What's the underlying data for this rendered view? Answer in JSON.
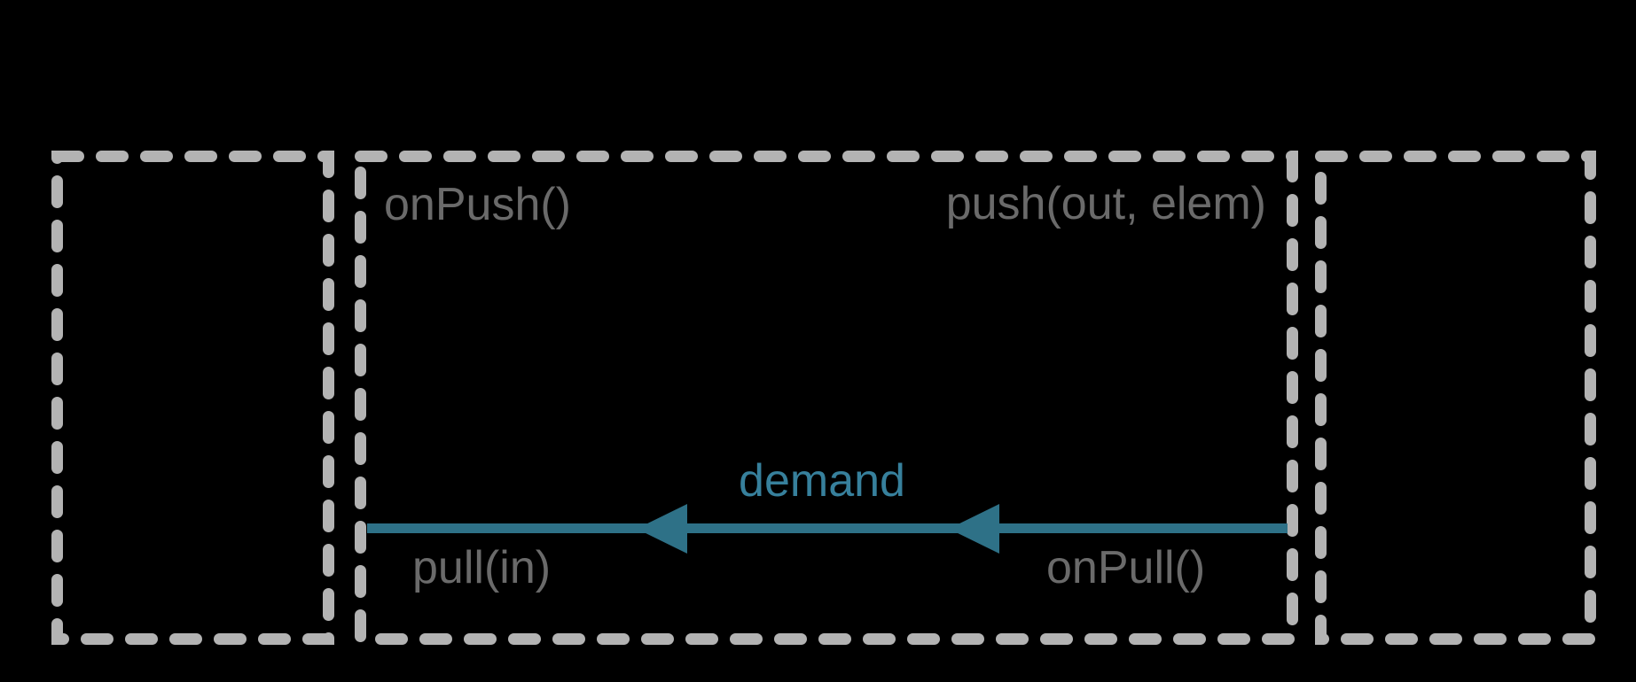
{
  "diagram": {
    "colors": {
      "background": "#000000",
      "box_border": "#b3b3b3",
      "label_text": "#6a6a6a",
      "demand_arrow": "#2e7187",
      "demand_label": "#37809c"
    },
    "labels": {
      "on_push": "onPush()",
      "push_out_elem": "push(out, elem)",
      "pull_in": "pull(in)",
      "on_pull": "onPull()",
      "demand": "demand"
    }
  }
}
